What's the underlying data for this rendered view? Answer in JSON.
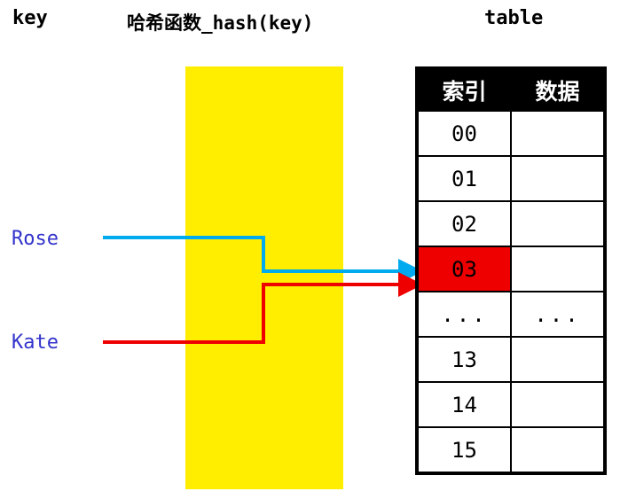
{
  "headers": {
    "key": "key",
    "function": "哈希函数_hash(key)",
    "table": "table"
  },
  "keys": [
    {
      "label": "Rose",
      "color": "#3333cc",
      "arrow_color": "#00aaee",
      "target_index": "03"
    },
    {
      "label": "Kate",
      "color": "#3333cc",
      "arrow_color": "#ee0000",
      "target_index": "03"
    }
  ],
  "hash_box": {
    "color": "#ffee00"
  },
  "table": {
    "columns": [
      "索引",
      "数据"
    ],
    "rows": [
      {
        "index": "00",
        "data": "",
        "highlight": false
      },
      {
        "index": "01",
        "data": "",
        "highlight": false
      },
      {
        "index": "02",
        "data": "",
        "highlight": false
      },
      {
        "index": "03",
        "data": "",
        "highlight": true
      },
      {
        "index": "...",
        "data": "...",
        "highlight": false
      },
      {
        "index": "13",
        "data": "",
        "highlight": false
      },
      {
        "index": "14",
        "data": "",
        "highlight": false
      },
      {
        "index": "15",
        "data": "",
        "highlight": false
      }
    ],
    "highlight_color": "#ee0000",
    "header_bg": "#000000",
    "header_fg": "#ffffff"
  }
}
